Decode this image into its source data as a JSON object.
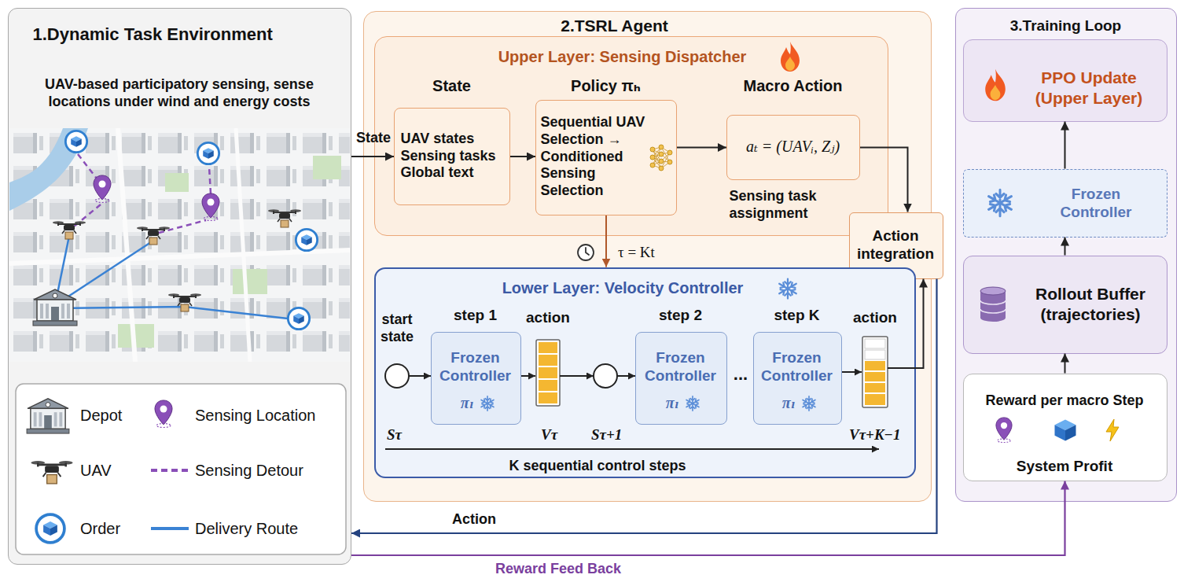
{
  "diagram": {
    "nodes": [
      {
        "text": [
          "1.Dynamic Task Environment",
          "UAV-based participatory sensing, sense locations under wind and energy costs"
        ]
      },
      {
        "text": [
          "2.TSRL Agent"
        ]
      },
      {
        "text": [
          "Upper Layer: Sensing Dispatcher"
        ],
        "in": 1
      },
      {
        "text": [
          "State",
          "UAV states Sensing tasks Global text"
        ],
        "in": 2
      },
      {
        "text": [
          "Policy πₕ",
          "Sequential UAV Selection → Conditioned Sensing Selection"
        ],
        "in": 2
      },
      {
        "text": [
          "Macro Action",
          "aₜ = (UAVᵢ, Zⱼ)",
          "Sensing task assignment"
        ],
        "in": 2
      },
      {
        "text": [
          "Action integration"
        ],
        "in": 1
      },
      {
        "text": [
          "Lower Layer: Velocity Controller"
        ],
        "in": 1
      },
      {
        "text": [
          "step 1",
          "Frozen Controller",
          "πₗ"
        ],
        "in": 7
      },
      {
        "text": [
          "step 2",
          "Frozen Controller",
          "πₗ"
        ],
        "in": 7
      },
      {
        "text": [
          "step K",
          "Frozen Controller",
          "πₗ"
        ],
        "in": 7
      },
      {
        "text": [
          "3.Training Loop"
        ]
      },
      {
        "text": [
          "PPO Update (Upper Layer)"
        ],
        "in": 11
      },
      {
        "text": [
          "Frozen Controller"
        ],
        "in": 11
      },
      {
        "text": [
          "Rollout Buffer (trajectories)"
        ],
        "in": 11
      },
      {
        "text": [
          "Reward per macro Step",
          "System Profit"
        ],
        "in": 11
      }
    ],
    "edges": [
      {
        "from": 0,
        "to": 3,
        "arrow": "to",
        "label": "State"
      },
      {
        "from": 3,
        "to": 4,
        "arrow": "to"
      },
      {
        "from": 4,
        "to": 5,
        "arrow": "to"
      },
      {
        "from": 5,
        "to": 6,
        "arrow": "to"
      },
      {
        "from": 4,
        "to": 7,
        "arrow": "to",
        "label": "τ = Kt"
      },
      {
        "from": 7,
        "to": 6,
        "arrow": "to"
      },
      {
        "from": 6,
        "to": 0,
        "arrow": "to",
        "label": "Action"
      },
      {
        "from": 0,
        "to": 15,
        "arrow": "to",
        "label": "Reward Feed Back"
      },
      {
        "from": 15,
        "to": 14,
        "arrow": "to"
      },
      {
        "from": 14,
        "to": 13,
        "arrow": "to"
      },
      {
        "from": 13,
        "to": 12,
        "arrow": "to"
      }
    ],
    "labels": [
      "start state",
      "action",
      "...",
      "action",
      "Sτ",
      "Vτ",
      "Sτ+1",
      "Vτ+K−1",
      "K sequential control steps"
    ],
    "legend": [
      {
        "text": "Depot"
      },
      {
        "text": "Sensing Location"
      },
      {
        "text": "UAV"
      },
      {
        "text": "Sensing Detour"
      },
      {
        "text": "Order"
      },
      {
        "text": "Delivery Route"
      }
    ]
  }
}
